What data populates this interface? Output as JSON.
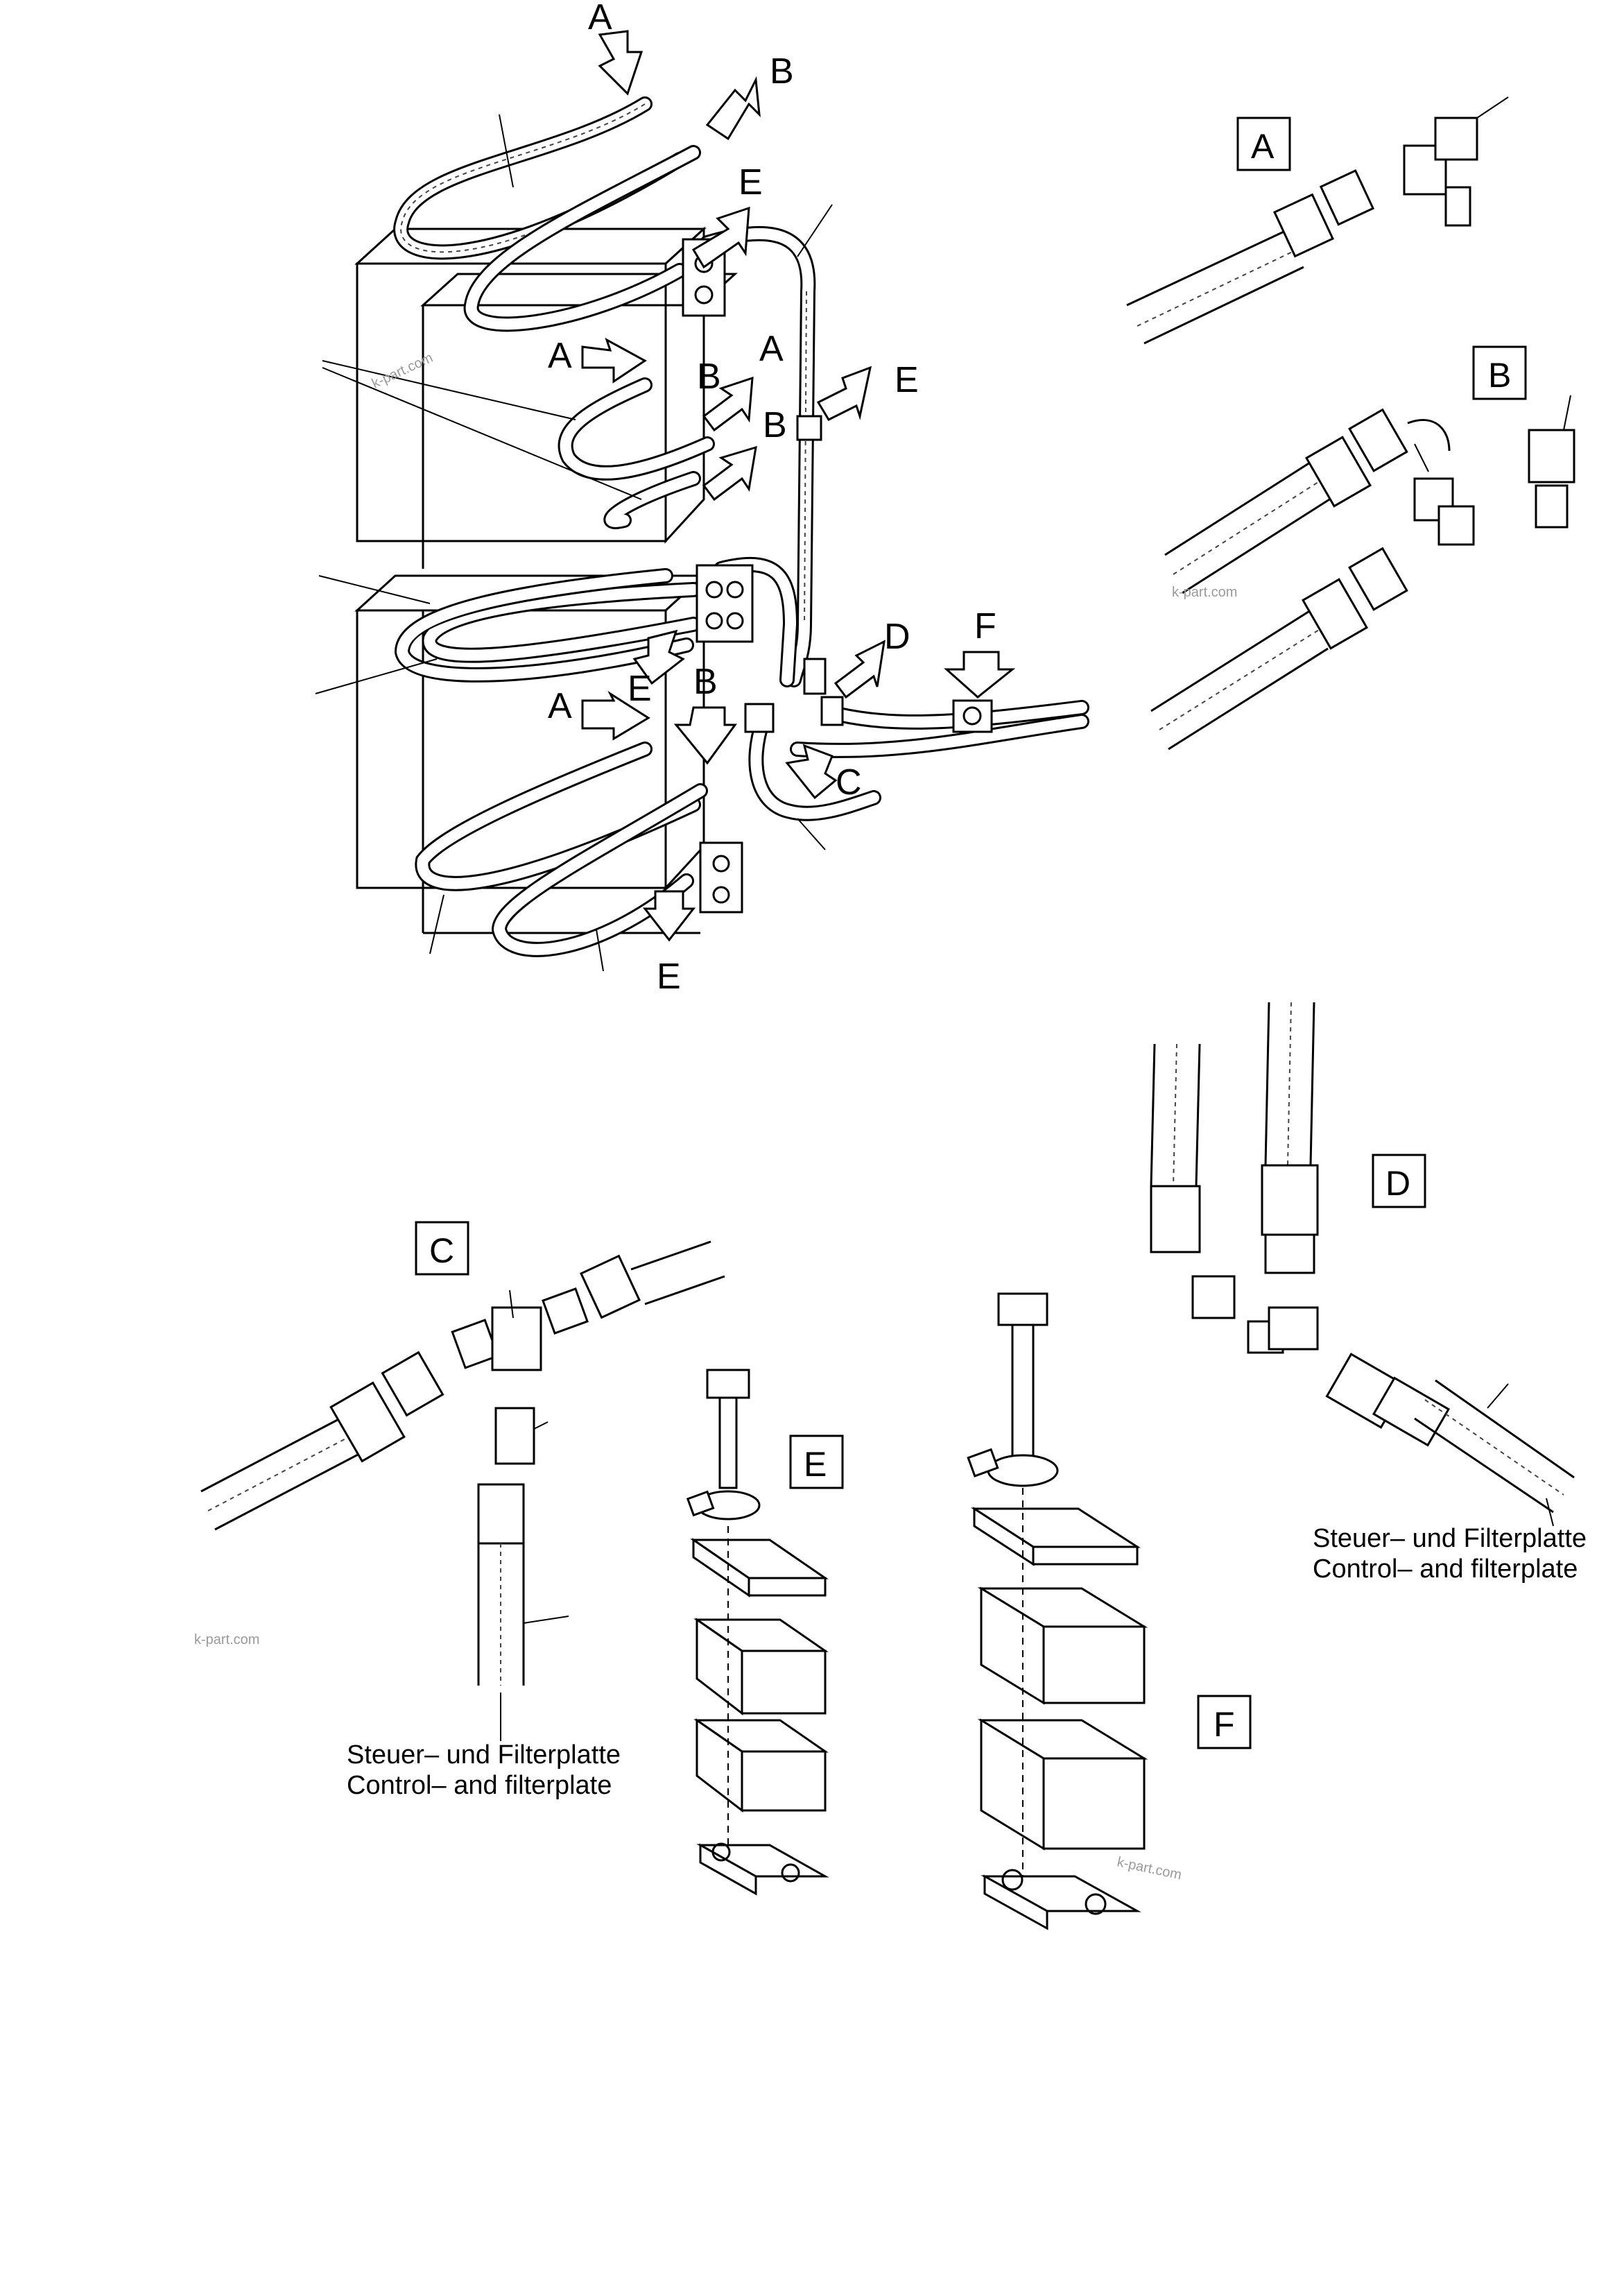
{
  "main_view": {
    "callouts": {
      "a1": "A",
      "b1": "B",
      "e1": "E",
      "a2": "A",
      "b2": "B",
      "a3": "A",
      "b3": "B",
      "e2": "E",
      "d1": "D",
      "f1": "F",
      "e3": "E",
      "a4": "A",
      "b4": "B",
      "c1": "C",
      "e4": "E"
    }
  },
  "details": {
    "A": {
      "label": "A"
    },
    "B": {
      "label": "B"
    },
    "C": {
      "label": "C",
      "note_de": "Steuer– und Filterplatte",
      "note_en": "Control– and filterplate"
    },
    "D": {
      "label": "D",
      "note_de": "Steuer– und Filterplatte",
      "note_en": "Control– and filterplate"
    },
    "E": {
      "label": "E"
    },
    "F": {
      "label": "F"
    }
  },
  "watermarks": [
    "k-part.com",
    "k-part.com",
    "k-part.com",
    "k-part.com"
  ]
}
